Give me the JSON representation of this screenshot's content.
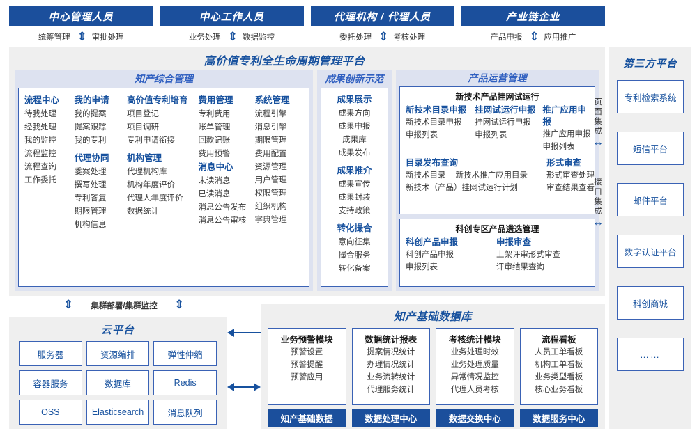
{
  "roles": [
    {
      "title": "中心管理人员",
      "left": "统筹管理",
      "right": "审批处理"
    },
    {
      "title": "中心工作人员",
      "left": "业务处理",
      "right": "数据监控"
    },
    {
      "title": "代理机构 / 代理人员",
      "left": "委托处理",
      "right": "考核处理"
    },
    {
      "title": "产业链企业",
      "left": "产品申报",
      "right": "应用推广"
    }
  ],
  "platform": {
    "title": "高价值专利全生命周期管理平台",
    "sections": {
      "comprehensive": {
        "title": "知产综合管理",
        "columns": [
          {
            "groups": [
              {
                "head": "流程中心",
                "items": [
                  "待我处理",
                  "经我处理",
                  "我的监控",
                  "流程监控",
                  "流程查询",
                  "工作委托"
                ]
              }
            ]
          },
          {
            "groups": [
              {
                "head": "我的申请",
                "items": [
                  "我的提案",
                  "提案跟踪",
                  "我的专利"
                ]
              },
              {
                "head": "代理协同",
                "items": [
                  "委案处理",
                  "撰写处理",
                  "专利答复",
                  "期限管理",
                  "机构信息"
                ]
              }
            ]
          },
          {
            "groups": [
              {
                "head": "高价值专利培育",
                "items": [
                  "项目登记",
                  "项目调研",
                  "专利申请衔接"
                ]
              },
              {
                "head": "机构管理",
                "items": [
                  "代理机构库",
                  "机构年度评价",
                  "代理人年度评价",
                  "数据统计"
                ]
              }
            ]
          },
          {
            "groups": [
              {
                "head": "费用管理",
                "items": [
                  "专利费用",
                  "账单管理",
                  "回款记账",
                  "费用预警"
                ]
              },
              {
                "head": "消息中心",
                "items": [
                  "未读消息",
                  "已读消息",
                  "消息公告发布",
                  "消息公告审核"
                ]
              }
            ]
          },
          {
            "groups": [
              {
                "head": "系统管理",
                "items": [
                  "流程引擎",
                  "消息引擎",
                  "期限管理",
                  "费用配置",
                  "资源管理",
                  "用户管理",
                  "权限管理",
                  "组织机构",
                  "字典管理"
                ]
              }
            ]
          }
        ]
      },
      "achievement": {
        "title": "成果创新示范",
        "groups": [
          {
            "head": "成果展示",
            "items": [
              "成果方向",
              "成果申报",
              "成果库",
              "成果发布"
            ]
          },
          {
            "head": "成果推介",
            "items": [
              "成果宣传",
              "成果封装",
              "支持政策"
            ]
          },
          {
            "head": "转化撮合",
            "items": [
              "意向征集",
              "撮合服务",
              "转化备案"
            ]
          }
        ]
      },
      "operation": {
        "title": "产品运营管理",
        "box1": {
          "head": "新技术产品挂网试运行",
          "row1": [
            {
              "head": "新技术目录申报",
              "items": [
                "新技术目录申报",
                "申报列表"
              ]
            },
            {
              "head": "挂网试运行申报",
              "items": [
                "挂网试运行申报",
                "申报列表"
              ]
            },
            {
              "head": "推广应用申报",
              "items": [
                "推广应用申报",
                "申报列表"
              ]
            }
          ],
          "row2left": {
            "head": "目录发布查询",
            "line1a": "新技术目录",
            "line1b": "新技术推广应用目录",
            "line2": "新技术（产品）挂网试运行计划"
          },
          "row2right": {
            "head": "形式审查",
            "items": [
              "形式审查处理",
              "审查结果查看"
            ]
          }
        },
        "box2": {
          "head": "科创专区产品遴选管理",
          "cols": [
            {
              "head": "科创产品申报",
              "items": [
                "科创产品申报",
                "申报列表"
              ]
            },
            {
              "head": "申报审查",
              "items": [
                "上架评审形式审查",
                "评审结果查询"
              ]
            }
          ]
        }
      }
    }
  },
  "integration": {
    "page": "页面集成",
    "api": "接口集成"
  },
  "third_party": {
    "title": "第三方平台",
    "items": [
      "专利检索系统",
      "短信平台",
      "邮件平台",
      "数字认证平台",
      "科创商城",
      "……"
    ]
  },
  "cluster_label": "集群部署/集群监控",
  "cloud": {
    "title": "云平台",
    "cells": [
      "服务器",
      "资源编排",
      "弹性伸缩",
      "容器服务",
      "数据库",
      "Redis",
      "OSS",
      "Elasticsearch",
      "消息队列"
    ]
  },
  "kdb": {
    "title": "知产基础数据库",
    "columns": [
      {
        "head": "业务预警模块",
        "items": [
          "预警设置",
          "预警提醒",
          "预警应用"
        ],
        "foot": "知产基础数据"
      },
      {
        "head": "数据统计报表",
        "items": [
          "提案情况统计",
          "办理情况统计",
          "业务流转统计",
          "代理服务统计"
        ],
        "foot": "数据处理中心"
      },
      {
        "head": "考核统计模块",
        "items": [
          "业务处理时效",
          "业务处理质量",
          "异常情况监控",
          "代理人员考核"
        ],
        "foot": "数据交换中心"
      },
      {
        "head": "流程看板",
        "items": [
          "人员工单看板",
          "机构工单看板",
          "业务类型看板",
          "核心业务看板"
        ],
        "foot": "数据服务中心"
      }
    ]
  },
  "colors": {
    "brand": "#1b4f9c",
    "accent": "#17519e",
    "panel": "#efefef",
    "header_bg": "#dde2f0",
    "border": "#3a62b5"
  }
}
